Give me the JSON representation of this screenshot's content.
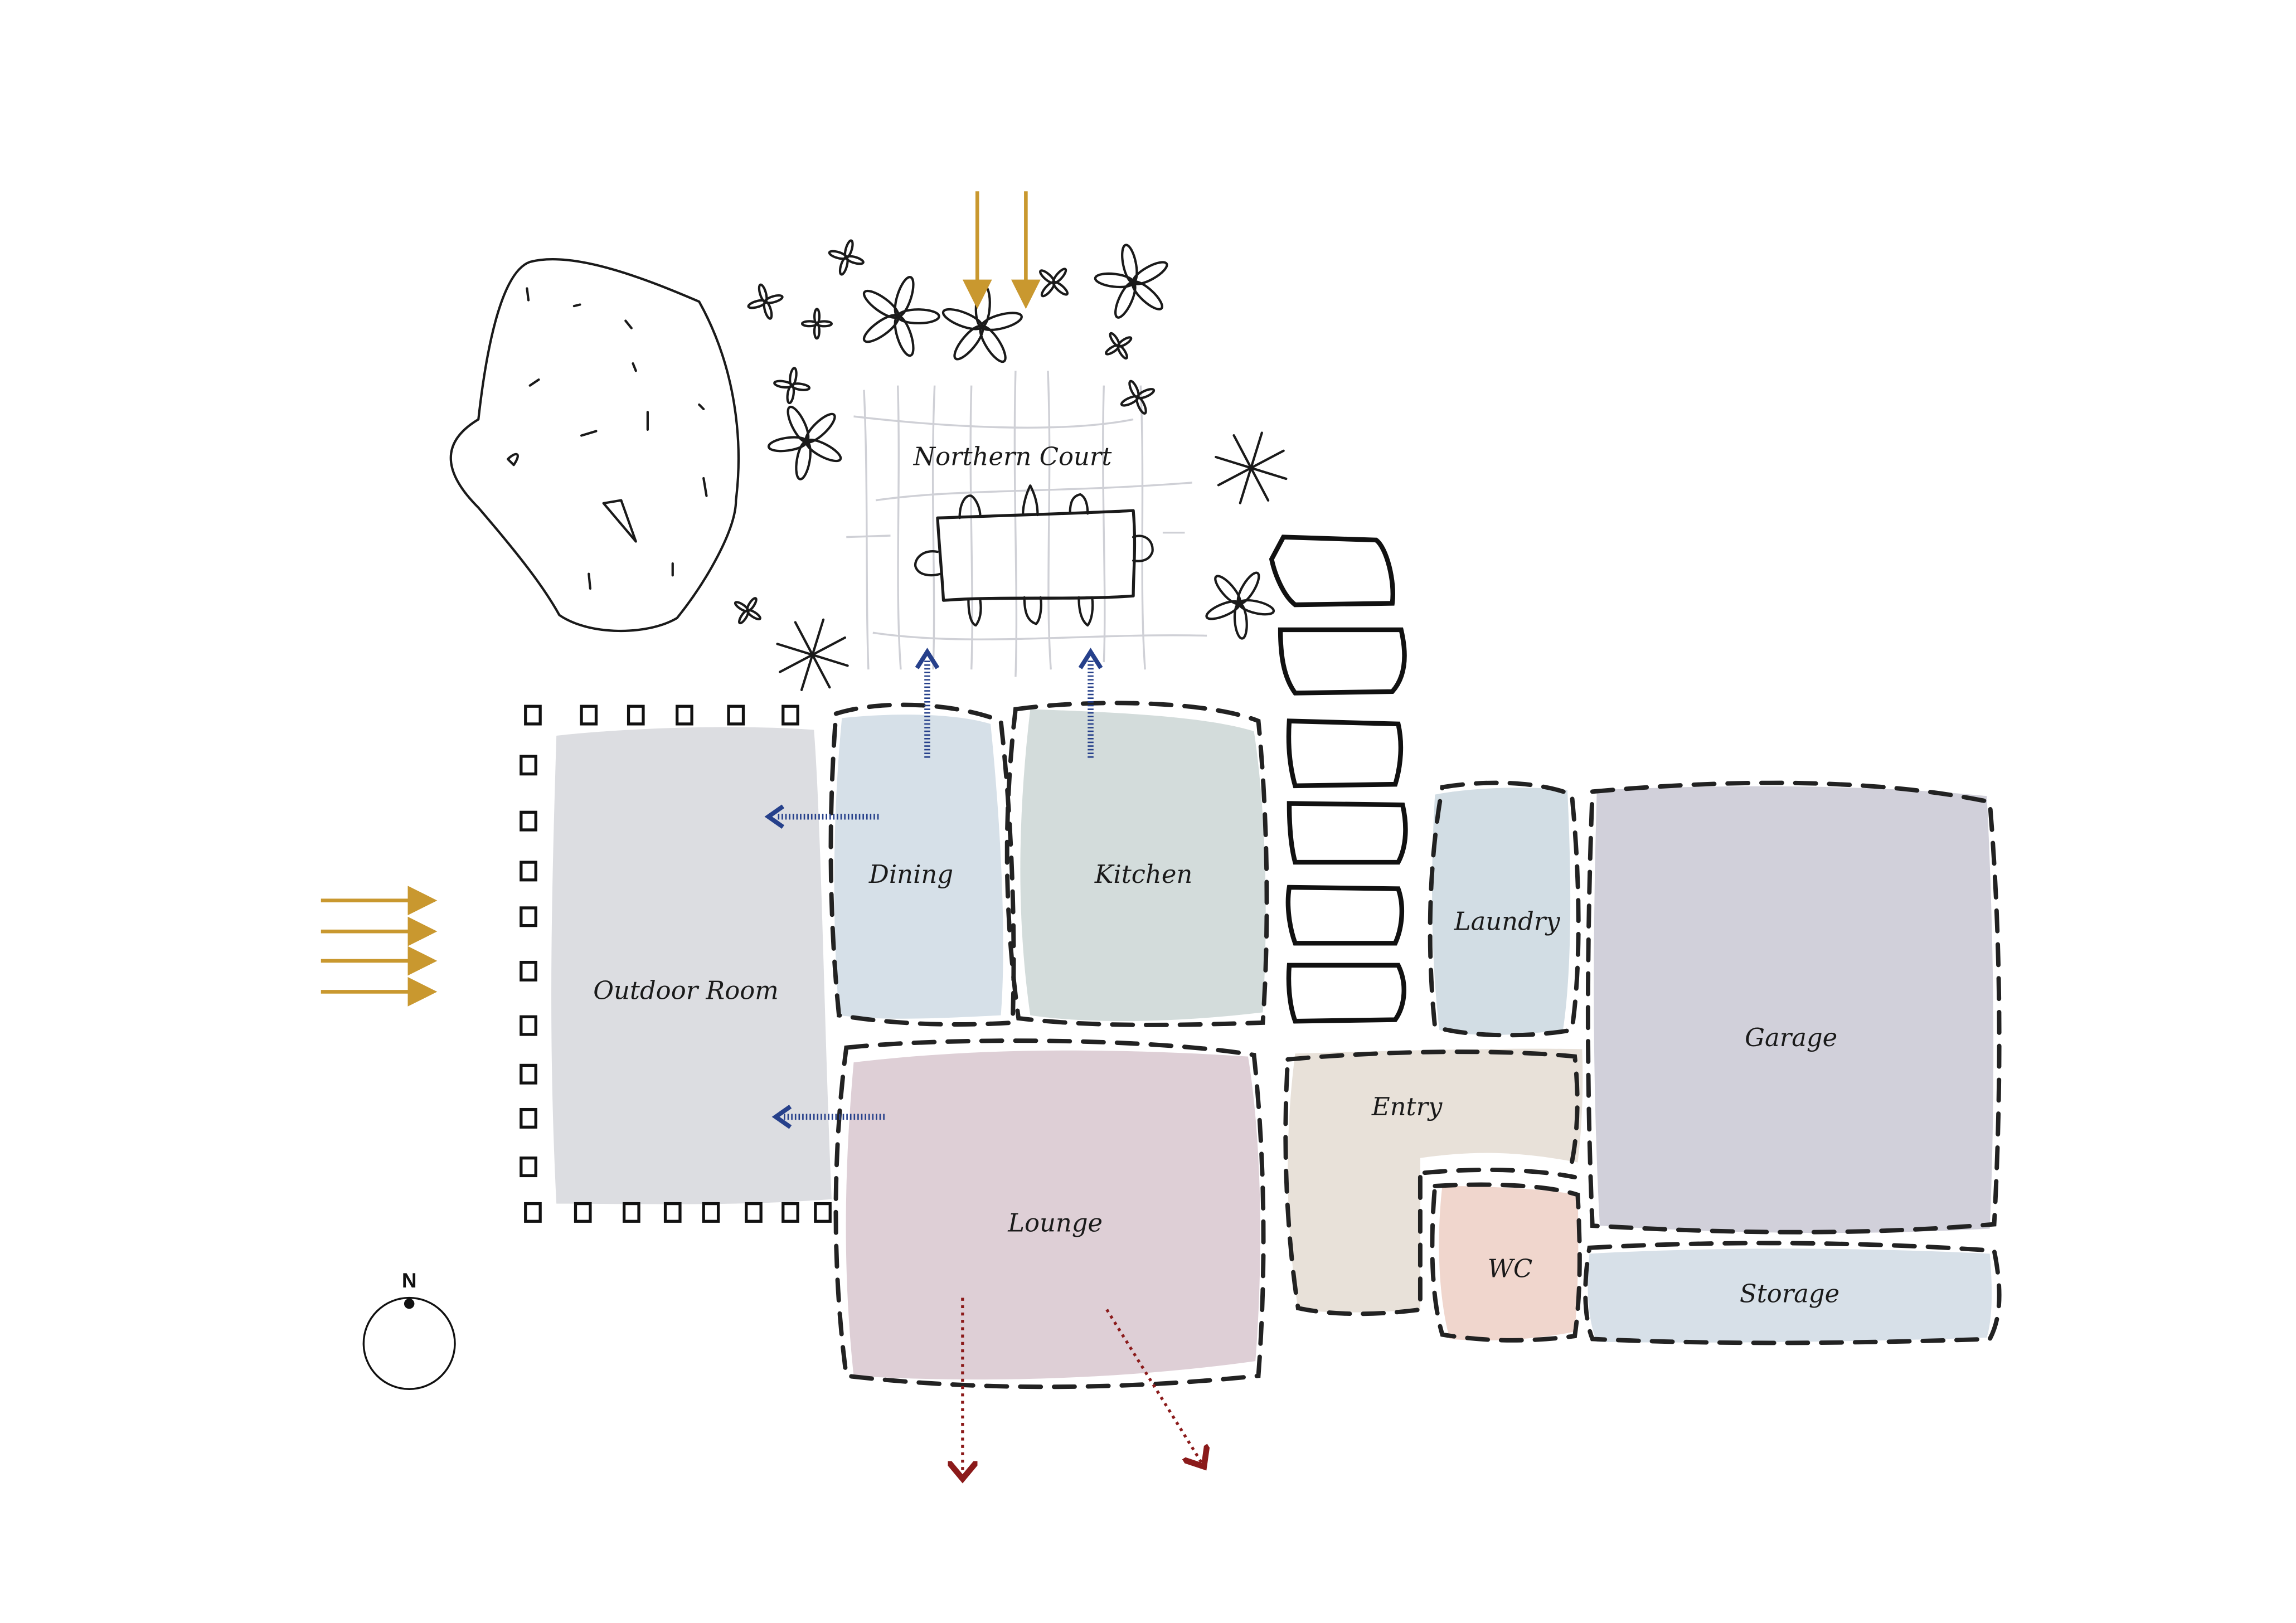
{
  "diagram": {
    "title_label": "Northern Court",
    "compass_label": "N",
    "rooms": [
      {
        "id": "outdoor-room",
        "label": "Outdoor Room",
        "color": "#dcdde1"
      },
      {
        "id": "dining",
        "label": "Dining",
        "color": "#d6e0e8"
      },
      {
        "id": "kitchen",
        "label": "Kitchen",
        "color": "#d3dcdb"
      },
      {
        "id": "lounge",
        "label": "Lounge",
        "color": "#decfd6"
      },
      {
        "id": "entry",
        "label": "Entry",
        "color": "#e8e1d9"
      },
      {
        "id": "wc",
        "label": "WC",
        "color": "#f0d6cd"
      },
      {
        "id": "laundry",
        "label": "Laundry",
        "color": "#d2dde4"
      },
      {
        "id": "garage",
        "label": "Garage",
        "color": "#d1d0da"
      },
      {
        "id": "storage",
        "label": "Storage",
        "color": "#d7e0e8"
      }
    ],
    "colors": {
      "sun_arrow": "#c9982f",
      "flow_arrow": "#26408b",
      "view_arrow": "#8b1a1a",
      "outline": "#1a1a1a"
    }
  }
}
